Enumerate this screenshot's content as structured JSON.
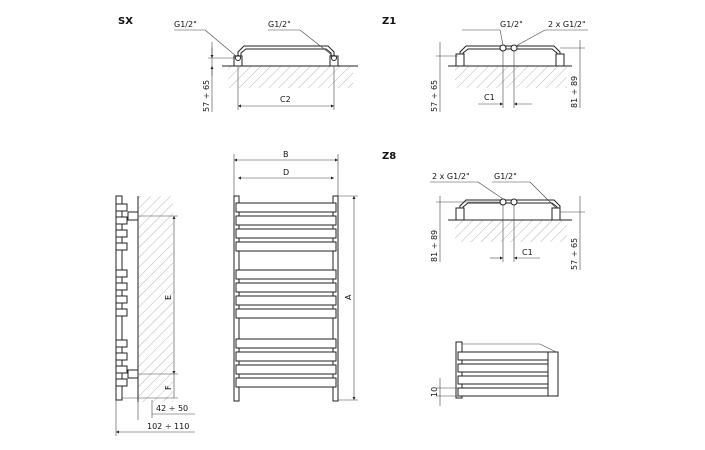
{
  "views": {
    "sx": {
      "title": "SX",
      "conn_left": "G1/2\"",
      "conn_right": "G1/2\"",
      "height_dim": "57 ÷ 65",
      "width_dim": "C2"
    },
    "z1": {
      "title": "Z1",
      "conn_left": "G1/2\"",
      "conn_right": "2 x G1/2\"",
      "height_left": "57 ÷ 65",
      "height_right": "81 ÷ 89",
      "offset_dim": "C1"
    },
    "z8": {
      "title": "Z8",
      "conn_left": "2 x G1/2\"",
      "conn_right": "G1/2\"",
      "height_left": "81 ÷ 89",
      "height_right": "57 ÷ 65",
      "offset_dim": "C1"
    },
    "side": {
      "dim_e": "E",
      "dim_f": "F",
      "depth_1": "42 ÷ 50",
      "depth_2": "102 ÷ 110"
    },
    "front": {
      "dim_b": "B",
      "dim_d": "D",
      "dim_a": "A"
    },
    "detail": {
      "dim_bar": "10"
    }
  }
}
